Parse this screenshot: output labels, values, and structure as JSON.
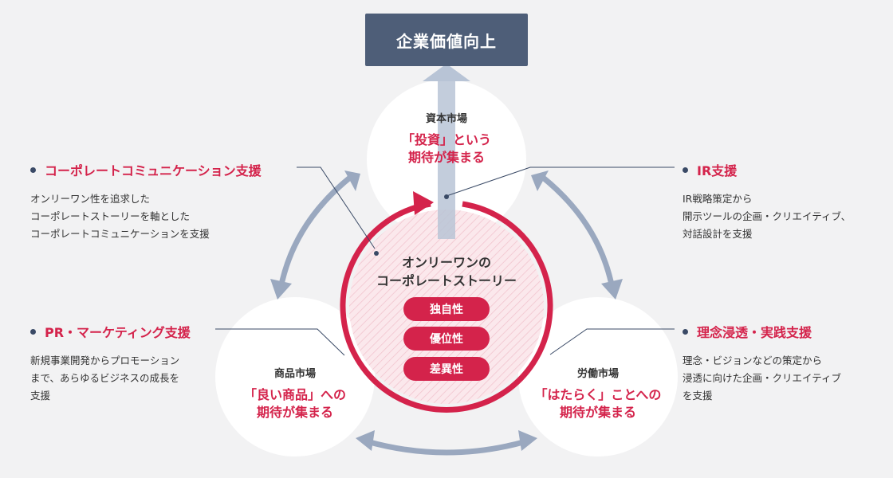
{
  "top_box": {
    "label": "企業価値向上"
  },
  "markets": {
    "capital": {
      "name": "資本市場",
      "expectation": "「投資」という\n期待が集まる"
    },
    "product": {
      "name": "商品市場",
      "expectation": "「良い商品」への\n期待が集まる"
    },
    "labor": {
      "name": "労働市場",
      "expectation": "「はたらく」ことへの\n期待が集まる"
    }
  },
  "center": {
    "title": "オンリーワンの\nコーポレートストーリー",
    "pills": [
      "独自性",
      "優位性",
      "差異性"
    ]
  },
  "supports": [
    {
      "title": "コーポレートコミュニケーション支援",
      "desc": "オンリーワン性を追求した\nコーポレートストーリーを軸とした\nコーポレートコミュニケーションを支援"
    },
    {
      "title": "IR支援",
      "desc": "IR戦略策定から\n開示ツールの企画・クリエイティブ、\n対話設計を支援"
    },
    {
      "title": "PR・マーケティング支援",
      "desc": "新規事業開発からプロモーション\nまで、あらゆるビジネスの成長を\n支援"
    },
    {
      "title": "理念浸透・実践支援",
      "desc": "理念・ビジョンなどの策定から\n浸透に向けた企画・クリエイティブ\nを支援"
    }
  ],
  "colors": {
    "background": "#f2f2f3",
    "navy": "#4e5e78",
    "accent_red": "#d4234b",
    "arrow_gray_blue": "#9aa8bf",
    "dot_navy": "#3a4a66"
  }
}
